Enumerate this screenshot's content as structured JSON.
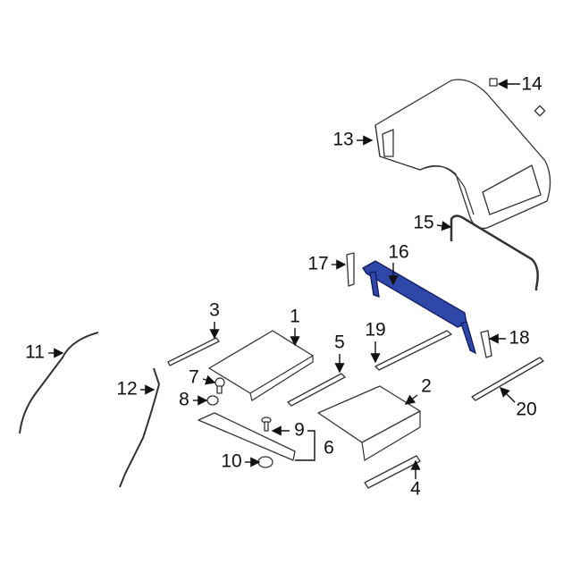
{
  "diagram": {
    "callouts": [
      "1",
      "2",
      "3",
      "4",
      "5",
      "6",
      "7",
      "8",
      "9",
      "10",
      "11",
      "12",
      "13",
      "14",
      "15",
      "16",
      "17",
      "18",
      "19",
      "20"
    ],
    "highlighted_part": "16",
    "highlight_color": "#2f47a8"
  }
}
